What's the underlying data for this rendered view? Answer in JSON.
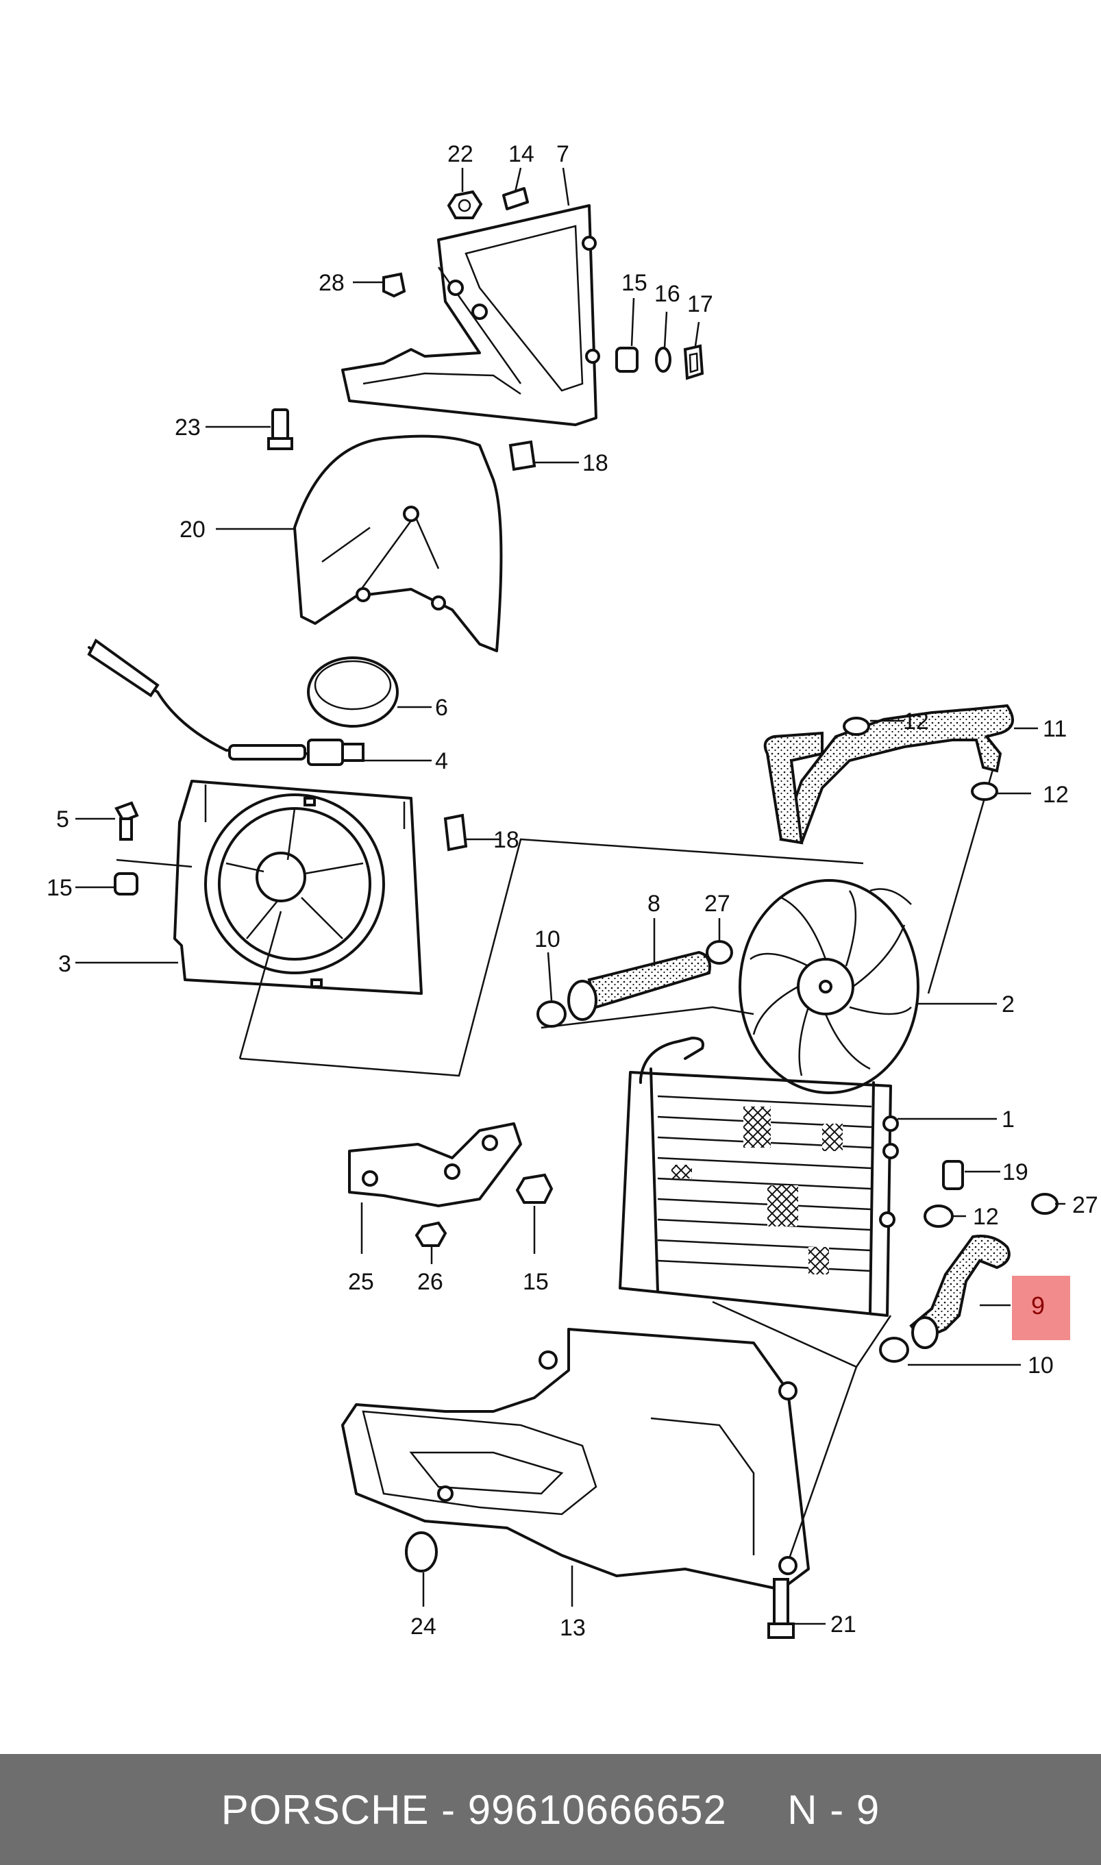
{
  "footer": {
    "brand": "PORSCHE",
    "separator": " - ",
    "part_number": "99610666652",
    "gap": "     ",
    "ref": "N - 9"
  },
  "highlight_color": "#f28b8b",
  "callouts": [
    {
      "id": "c22",
      "label": "22"
    },
    {
      "id": "c14",
      "label": "14"
    },
    {
      "id": "c7",
      "label": "7"
    },
    {
      "id": "c28",
      "label": "28"
    },
    {
      "id": "c15a",
      "label": "15"
    },
    {
      "id": "c16",
      "label": "16"
    },
    {
      "id": "c17",
      "label": "17"
    },
    {
      "id": "c23",
      "label": "23"
    },
    {
      "id": "c18a",
      "label": "18"
    },
    {
      "id": "c20",
      "label": "20"
    },
    {
      "id": "c6",
      "label": "6"
    },
    {
      "id": "c4",
      "label": "4"
    },
    {
      "id": "c12a",
      "label": "12"
    },
    {
      "id": "c11",
      "label": "11"
    },
    {
      "id": "c12b",
      "label": "12"
    },
    {
      "id": "c5",
      "label": "5"
    },
    {
      "id": "c18b",
      "label": "18"
    },
    {
      "id": "c15b",
      "label": "15"
    },
    {
      "id": "c8",
      "label": "8"
    },
    {
      "id": "c27a",
      "label": "27"
    },
    {
      "id": "c10a",
      "label": "10"
    },
    {
      "id": "c3",
      "label": "3"
    },
    {
      "id": "c2",
      "label": "2"
    },
    {
      "id": "c1",
      "label": "1"
    },
    {
      "id": "c19",
      "label": "19"
    },
    {
      "id": "c27b",
      "label": "27"
    },
    {
      "id": "c12c",
      "label": "12"
    },
    {
      "id": "c9",
      "label": "9",
      "highlighted": true
    },
    {
      "id": "c10b",
      "label": "10"
    },
    {
      "id": "c25",
      "label": "25"
    },
    {
      "id": "c26",
      "label": "26"
    },
    {
      "id": "c15c",
      "label": "15"
    },
    {
      "id": "c24",
      "label": "24"
    },
    {
      "id": "c13",
      "label": "13"
    },
    {
      "id": "c21",
      "label": "21"
    }
  ]
}
